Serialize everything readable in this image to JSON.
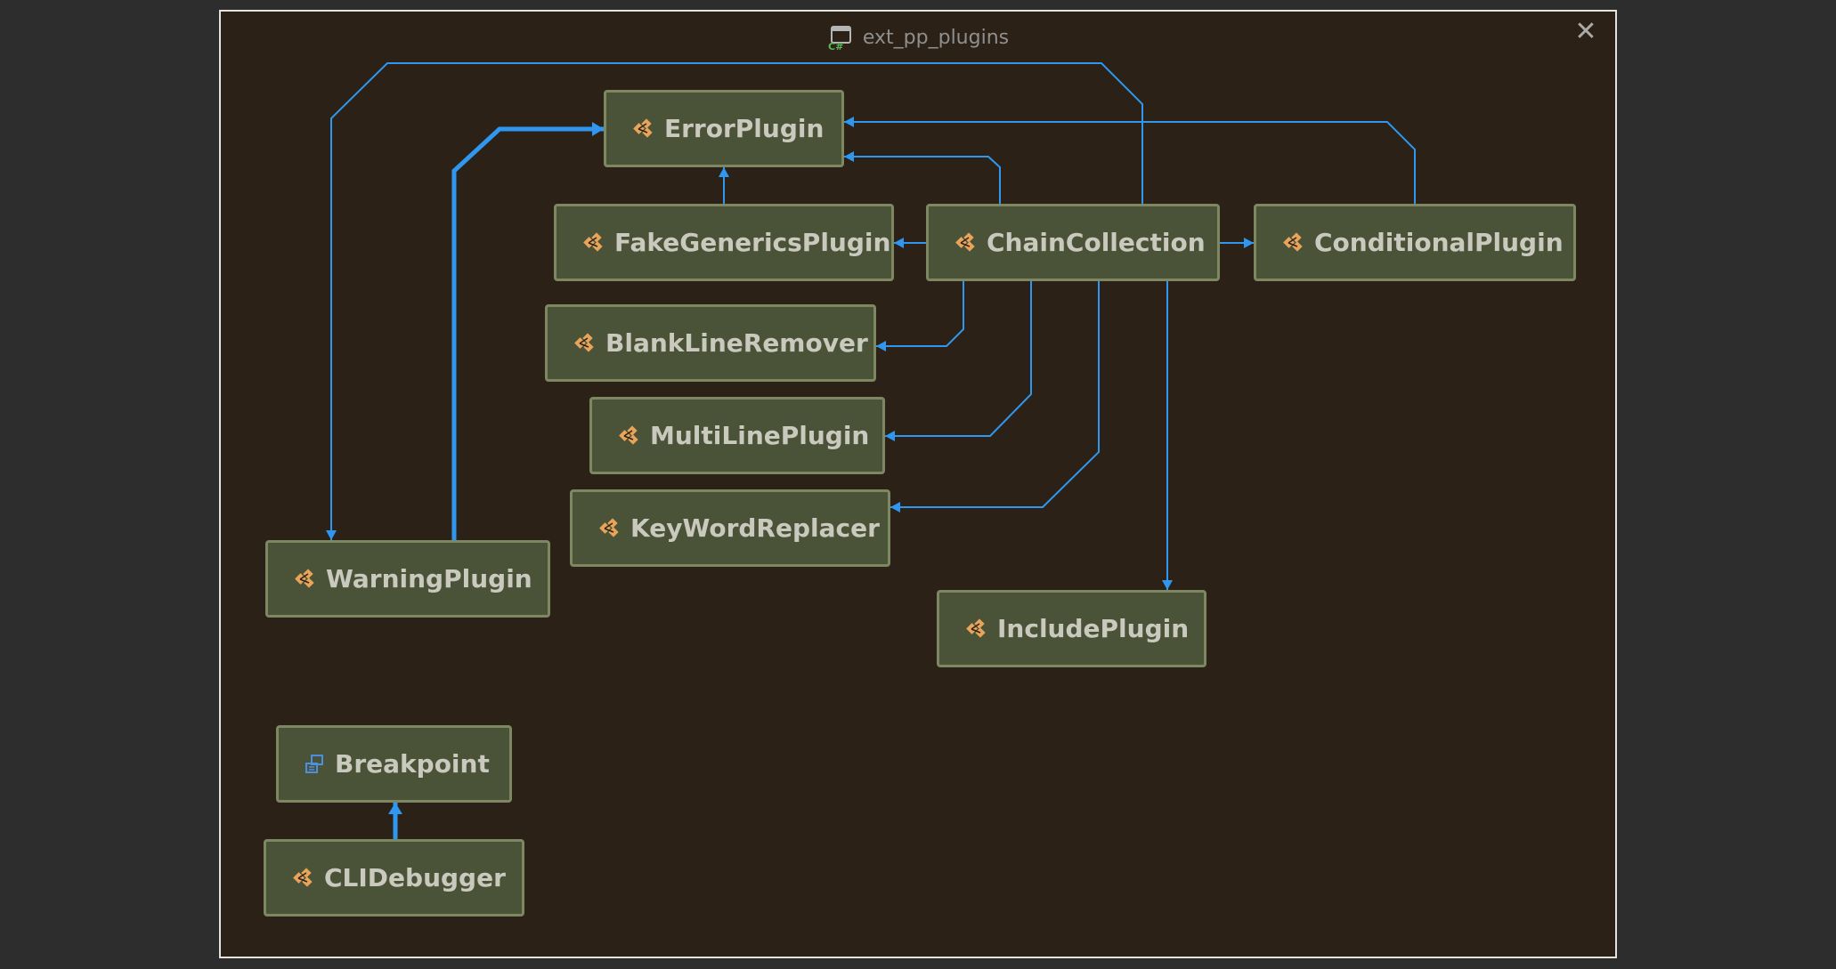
{
  "window": {
    "title": "ext_pp_plugins",
    "title_icon": "csharp-file-icon",
    "close_glyph": "✕"
  },
  "colors": {
    "background": "#2b2117",
    "node_fill": "#4a5238",
    "node_border": "#7d8862",
    "node_text": "#c9c9bd",
    "edge": "#2f97f0",
    "class_icon": "#e8a55a",
    "interface_icon": "#4a8fe0"
  },
  "nodes": [
    {
      "id": "ErrorPlugin",
      "label": "ErrorPlugin",
      "icon": "class-icon"
    },
    {
      "id": "FakeGenericsPlugin",
      "label": "FakeGenericsPlugin",
      "icon": "class-icon"
    },
    {
      "id": "ChainCollection",
      "label": "ChainCollection",
      "icon": "class-icon"
    },
    {
      "id": "ConditionalPlugin",
      "label": "ConditionalPlugin",
      "icon": "class-icon"
    },
    {
      "id": "BlankLineRemover",
      "label": "BlankLineRemover",
      "icon": "class-icon"
    },
    {
      "id": "MultiLinePlugin",
      "label": "MultiLinePlugin",
      "icon": "class-icon"
    },
    {
      "id": "KeyWordReplacer",
      "label": "KeyWordReplacer",
      "icon": "class-icon"
    },
    {
      "id": "WarningPlugin",
      "label": "WarningPlugin",
      "icon": "class-icon"
    },
    {
      "id": "IncludePlugin",
      "label": "IncludePlugin",
      "icon": "class-icon"
    },
    {
      "id": "Breakpoint",
      "label": "Breakpoint",
      "icon": "interface-icon"
    },
    {
      "id": "CLIDebugger",
      "label": "CLIDebugger",
      "icon": "class-icon"
    }
  ],
  "edges": [
    {
      "from": "FakeGenericsPlugin",
      "to": "ErrorPlugin",
      "style": "thin"
    },
    {
      "from": "ChainCollection",
      "to": "ErrorPlugin",
      "style": "thin"
    },
    {
      "from": "ConditionalPlugin",
      "to": "ErrorPlugin",
      "style": "thin"
    },
    {
      "from": "ChainCollection",
      "to": "FakeGenericsPlugin",
      "style": "thin"
    },
    {
      "from": "ChainCollection",
      "to": "ConditionalPlugin",
      "style": "thin"
    },
    {
      "from": "ChainCollection",
      "to": "BlankLineRemover",
      "style": "thin"
    },
    {
      "from": "ChainCollection",
      "to": "MultiLinePlugin",
      "style": "thin"
    },
    {
      "from": "ChainCollection",
      "to": "KeyWordReplacer",
      "style": "thin"
    },
    {
      "from": "ChainCollection",
      "to": "IncludePlugin",
      "style": "thin"
    },
    {
      "from": "ChainCollection",
      "to": "WarningPlugin",
      "style": "thin"
    },
    {
      "from": "WarningPlugin",
      "to": "ErrorPlugin",
      "style": "thick"
    },
    {
      "from": "CLIDebugger",
      "to": "Breakpoint",
      "style": "thick"
    }
  ]
}
